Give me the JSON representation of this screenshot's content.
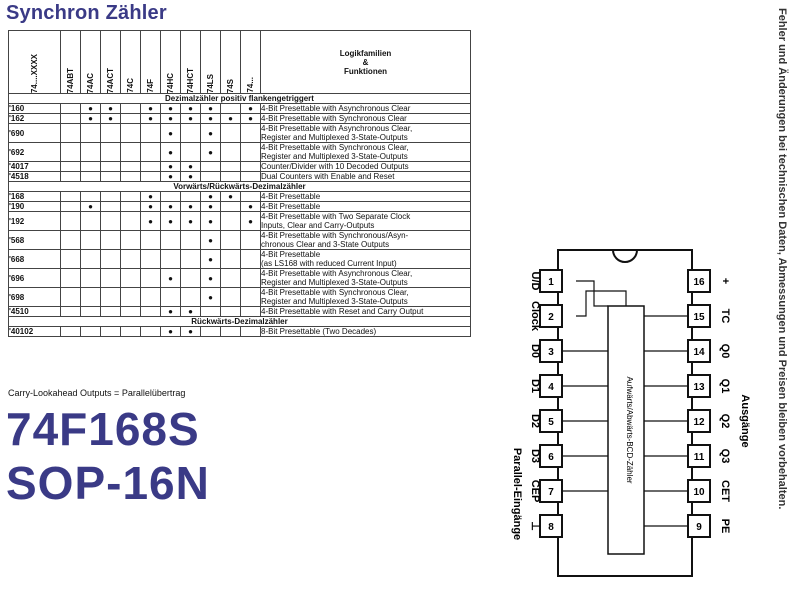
{
  "title": "Synchron Zähler",
  "table": {
    "corner_label": "74....XXXX",
    "families": [
      "74ABT",
      "74AC",
      "74ACT",
      "74C",
      "74F",
      "74HC",
      "74HCT",
      "74LS",
      "74S",
      "74..."
    ],
    "header_title": [
      "Logikfamilien",
      "&",
      "Funktionen"
    ],
    "sections": [
      {
        "title": "Dezimalzähler positiv flankengetriggert",
        "rows": [
          {
            "code": "'160",
            "dots": [
              0,
              1,
              1,
              0,
              1,
              1,
              1,
              1,
              0,
              1
            ],
            "desc": [
              "4-Bit Presettable with Asynchronous Clear"
            ]
          },
          {
            "code": "'162",
            "dots": [
              0,
              1,
              1,
              0,
              1,
              1,
              1,
              1,
              1,
              1
            ],
            "desc": [
              "4-Bit Presettable with Synchronous Clear"
            ]
          },
          {
            "code": "'690",
            "dots": [
              0,
              0,
              0,
              0,
              0,
              1,
              0,
              1,
              0,
              0
            ],
            "desc": [
              "4-Bit Presettable with Asynchronous Clear,",
              "Register and Multiplexed 3-State-Outputs"
            ]
          },
          {
            "code": "'692",
            "dots": [
              0,
              0,
              0,
              0,
              0,
              1,
              0,
              1,
              0,
              0
            ],
            "desc": [
              "4-Bit Presettable with Synchronous Clear,",
              "Register and Multiplexed 3-State-Outputs"
            ]
          },
          {
            "code": "'4017",
            "dots": [
              0,
              0,
              0,
              0,
              0,
              1,
              1,
              0,
              0,
              0
            ],
            "desc": [
              "Counter/Divider with 10 Decoded Outputs"
            ]
          },
          {
            "code": "'4518",
            "dots": [
              0,
              0,
              0,
              0,
              0,
              1,
              1,
              0,
              0,
              0
            ],
            "desc": [
              "Dual Counters with Enable and Reset"
            ]
          }
        ]
      },
      {
        "title": "Vorwärts/Rückwärts-Dezimalzähler",
        "rows": [
          {
            "code": "'168",
            "dots": [
              0,
              0,
              0,
              0,
              1,
              0,
              0,
              1,
              1,
              0
            ],
            "desc": [
              "4-Bit Presettable"
            ]
          },
          {
            "code": "'190",
            "dots": [
              0,
              1,
              0,
              0,
              1,
              1,
              1,
              1,
              0,
              1
            ],
            "desc": [
              "4-Bit Presettable"
            ]
          },
          {
            "code": "'192",
            "dots": [
              0,
              0,
              0,
              0,
              1,
              1,
              1,
              1,
              0,
              1
            ],
            "desc": [
              "4-Bit Presettable with Two Separate Clock",
              "Inputs, Clear and Carry-Outputs"
            ]
          },
          {
            "code": "'568",
            "dots": [
              0,
              0,
              0,
              0,
              0,
              0,
              0,
              1,
              0,
              0
            ],
            "desc": [
              "4-Bit Presettable with Synchronous/Asyn-",
              "chronous Clear and 3-State Outputs"
            ]
          },
          {
            "code": "'668",
            "dots": [
              0,
              0,
              0,
              0,
              0,
              0,
              0,
              1,
              0,
              0
            ],
            "desc": [
              "4-Bit Presettable",
              "(as LS168 with reduced Current Input)"
            ]
          },
          {
            "code": "'696",
            "dots": [
              0,
              0,
              0,
              0,
              0,
              1,
              0,
              1,
              0,
              0
            ],
            "desc": [
              "4-Bit Presettable with Asynchronous Clear,",
              "Register and Multiplexed 3-State-Outputs"
            ]
          },
          {
            "code": "'698",
            "dots": [
              0,
              0,
              0,
              0,
              0,
              0,
              0,
              1,
              0,
              0
            ],
            "desc": [
              "4-Bit Presettable with Synchronous Clear,",
              "Register and Multiplexed 3-State-Outputs"
            ]
          },
          {
            "code": "'4510",
            "dots": [
              0,
              0,
              0,
              0,
              0,
              1,
              1,
              0,
              0,
              0
            ],
            "desc": [
              "4-Bit Presettable with Reset and Carry Output"
            ]
          }
        ]
      },
      {
        "title": "Rückwärts-Dezimalzähler",
        "rows": [
          {
            "code": "'40102",
            "dots": [
              0,
              0,
              0,
              0,
              0,
              1,
              1,
              0,
              0,
              0
            ],
            "desc": [
              "8-Bit Presettable (Two Decades)"
            ]
          }
        ]
      }
    ]
  },
  "note": "Carry-Lookahead Outputs = Parallelübertrag",
  "part_number": "74F168S",
  "package": "SOP-16N",
  "side_text": "Fehler und Änderungen bei technischen Daten, Abmessungen und Preisen bleiben vorbehalten.",
  "chip": {
    "left_pins": [
      {
        "num": "1",
        "label": "U/D"
      },
      {
        "num": "2",
        "label": "Clock"
      },
      {
        "num": "3",
        "label": "D0"
      },
      {
        "num": "4",
        "label": "D1"
      },
      {
        "num": "5",
        "label": "D2"
      },
      {
        "num": "6",
        "label": "D3"
      },
      {
        "num": "7",
        "label": "CEP"
      },
      {
        "num": "8",
        "label": "⊥"
      }
    ],
    "right_pins": [
      {
        "num": "16",
        "label": "+"
      },
      {
        "num": "15",
        "label": "TC"
      },
      {
        "num": "14",
        "label": "Q0"
      },
      {
        "num": "13",
        "label": "Q1"
      },
      {
        "num": "12",
        "label": "Q2"
      },
      {
        "num": "11",
        "label": "Q3"
      },
      {
        "num": "10",
        "label": "CET"
      },
      {
        "num": "9",
        "label": "PE"
      }
    ],
    "center_label": "Aufwärts/Abwärts-BCD-Zähler",
    "inputs_label": "Parallel-Eingänge",
    "outputs_label": "Ausgänge"
  }
}
